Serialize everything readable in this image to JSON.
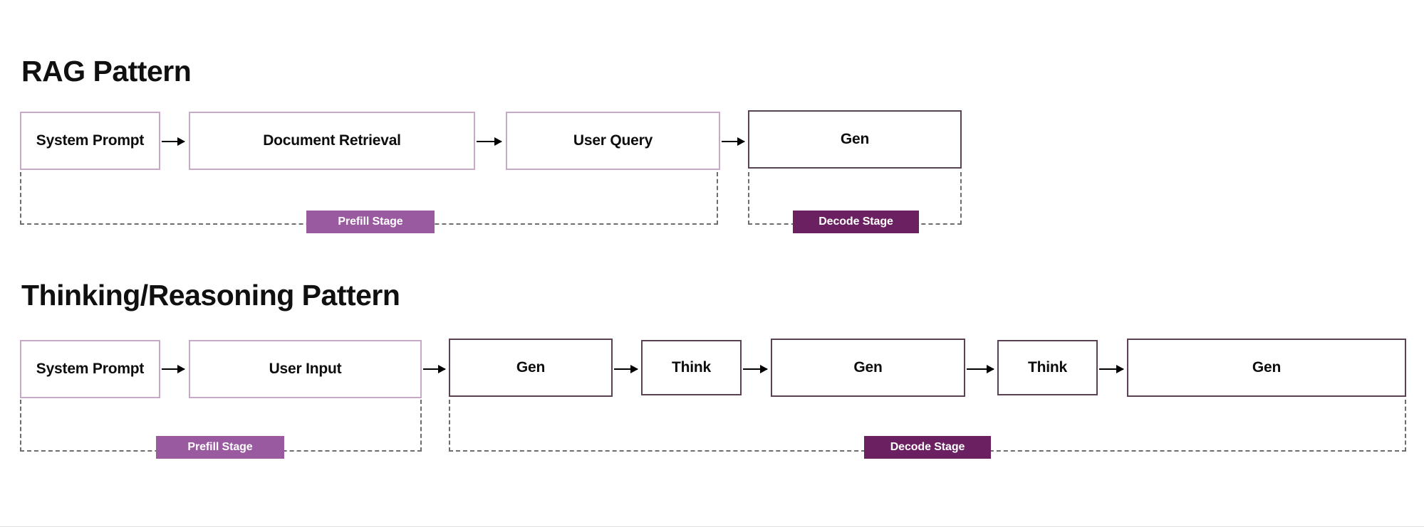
{
  "figure": {
    "background_color": "#ffffff",
    "box_border_light": "#c6a9c6",
    "box_border_dark": "#5b4154",
    "prefill_badge_color": "#9a5aa0",
    "decode_badge_color": "#6b2161",
    "bracket_color": "#6d6d6d",
    "arrow_color": "#000000"
  },
  "sections": [
    {
      "id": "rag",
      "title": "RAG Pattern",
      "boxes": [
        {
          "label": "System Prompt",
          "style": "light"
        },
        {
          "label": "Document Retrieval",
          "style": "light"
        },
        {
          "label": "User Query",
          "style": "light"
        },
        {
          "label": "Gen",
          "style": "dark"
        }
      ],
      "stages": [
        {
          "label": "Prefill Stage",
          "style": "prefill"
        },
        {
          "label": "Decode Stage",
          "style": "decode"
        }
      ]
    },
    {
      "id": "thinking",
      "title": "Thinking/Reasoning  Pattern",
      "boxes": [
        {
          "label": "System Prompt",
          "style": "light"
        },
        {
          "label": "User Input",
          "style": "light"
        },
        {
          "label": "Gen",
          "style": "dark"
        },
        {
          "label": "Think",
          "style": "dark"
        },
        {
          "label": "Gen",
          "style": "dark"
        },
        {
          "label": "Think",
          "style": "dark"
        },
        {
          "label": "Gen",
          "style": "dark"
        }
      ],
      "stages": [
        {
          "label": "Prefill Stage",
          "style": "prefill"
        },
        {
          "label": "Decode Stage",
          "style": "decode"
        }
      ]
    }
  ]
}
